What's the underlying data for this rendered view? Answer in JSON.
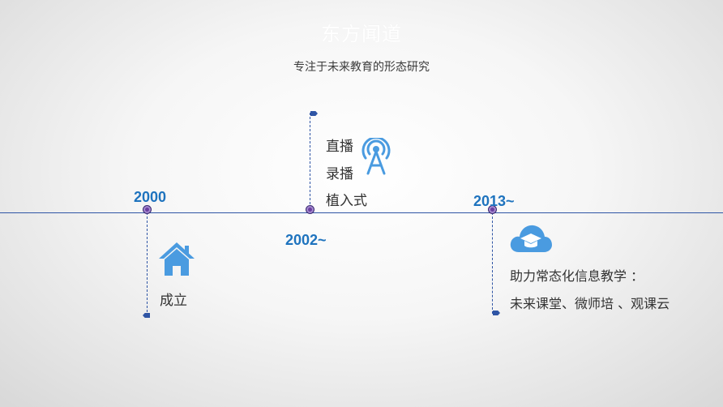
{
  "header": {
    "title": "东方闻道",
    "subtitle": "专注于未来教育的形态研究"
  },
  "milestones": [
    {
      "year": "2000",
      "label": "成立",
      "icon": "house-icon"
    },
    {
      "year": "2002~",
      "items": [
        "直播",
        "录播",
        "植入式"
      ],
      "icon": "broadcast-tower-icon"
    },
    {
      "year": "2013~",
      "lines": [
        "助力常态化信息教学 ：",
        "未来课堂、微师培 、观课云"
      ],
      "icon": "cloud-graduation-cap-icon"
    }
  ],
  "colors": {
    "timeline": "#2f55a5",
    "year": "#1e73be",
    "icon": "#4a9be0",
    "node": "#6b3fa0"
  }
}
